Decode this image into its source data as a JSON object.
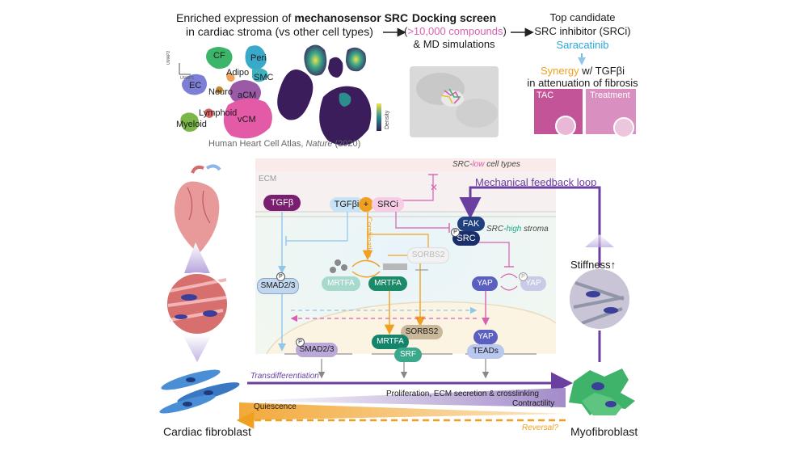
{
  "top": {
    "enrich_line1_pre": "Enriched expression of ",
    "enrich_line1_bold": "mechanosensor SRC",
    "enrich_line2": "in cardiac stroma (vs other cell types)",
    "docking_title": "Docking screen",
    "docking_compounds": ">10,000 compounds",
    "docking_paren_open": "(",
    "docking_paren_close": ")",
    "docking_md": "& MD simulations",
    "top_candidate_line1": "Top candidate",
    "top_candidate_line2": "SRC inhibitor (SRCi)",
    "saracatinib": "Saracatinib",
    "synergy_word": "Synergy",
    "synergy_rest": " w/ TGFβi",
    "synergy_line2": "in attenuation of fibrosis",
    "tac_label": "TAC",
    "treatment_label": "Treatment",
    "atlas_text": "Human Heart Cell Atlas, ",
    "atlas_journal": "Nature",
    "atlas_year": " (2020)",
    "umap_labels": [
      "CF",
      "Peri",
      "Adipo",
      "SMC",
      "EC",
      "Neuro",
      "aCM",
      "Lymphoid",
      "Myeloid",
      "vCM"
    ],
    "umap_axis_1": "UMAP1",
    "umap_axis_2": "UMAP2",
    "density_label": "Density"
  },
  "bottom": {
    "src_low": "SRC-",
    "src_low_word": "low",
    "src_low_rest": " cell types",
    "ecm": "ECM",
    "feedback": "Mechanical feedback loop",
    "tgfb": "TGFβ",
    "tgfbi": "TGFβi",
    "plus": "+",
    "srci": "SRCi",
    "combination": "Combination",
    "fak": "FAK",
    "src": "SRC",
    "src_high": "SRC-",
    "src_high_word": "high",
    "src_high_rest": " stroma",
    "stiffness": "Stiffness↑",
    "sorbs2": "SORBS2",
    "smad": "SMAD2/3",
    "mrtfa": "MRTFA",
    "yap": "YAP",
    "srf": "SRF",
    "teads": "TEADs",
    "p": "P",
    "transdiff": "Transdifferentiation",
    "prolif": "Proliferation, ECM secretion & crosslinking",
    "contractility": "Contractility",
    "quiescence": "Quiescence",
    "reversal": "Reversal?",
    "cardiac_fibroblast": "Cardiac fibroblast",
    "myofibroblast": "Myofibroblast"
  },
  "colors": {
    "purple": "#6a3fa0",
    "orange": "#f0a020",
    "pink": "#d95fb0",
    "teal": "#1aa88a",
    "blue_light": "#8fc6ea",
    "cyan_text": "#2aa7d8"
  }
}
